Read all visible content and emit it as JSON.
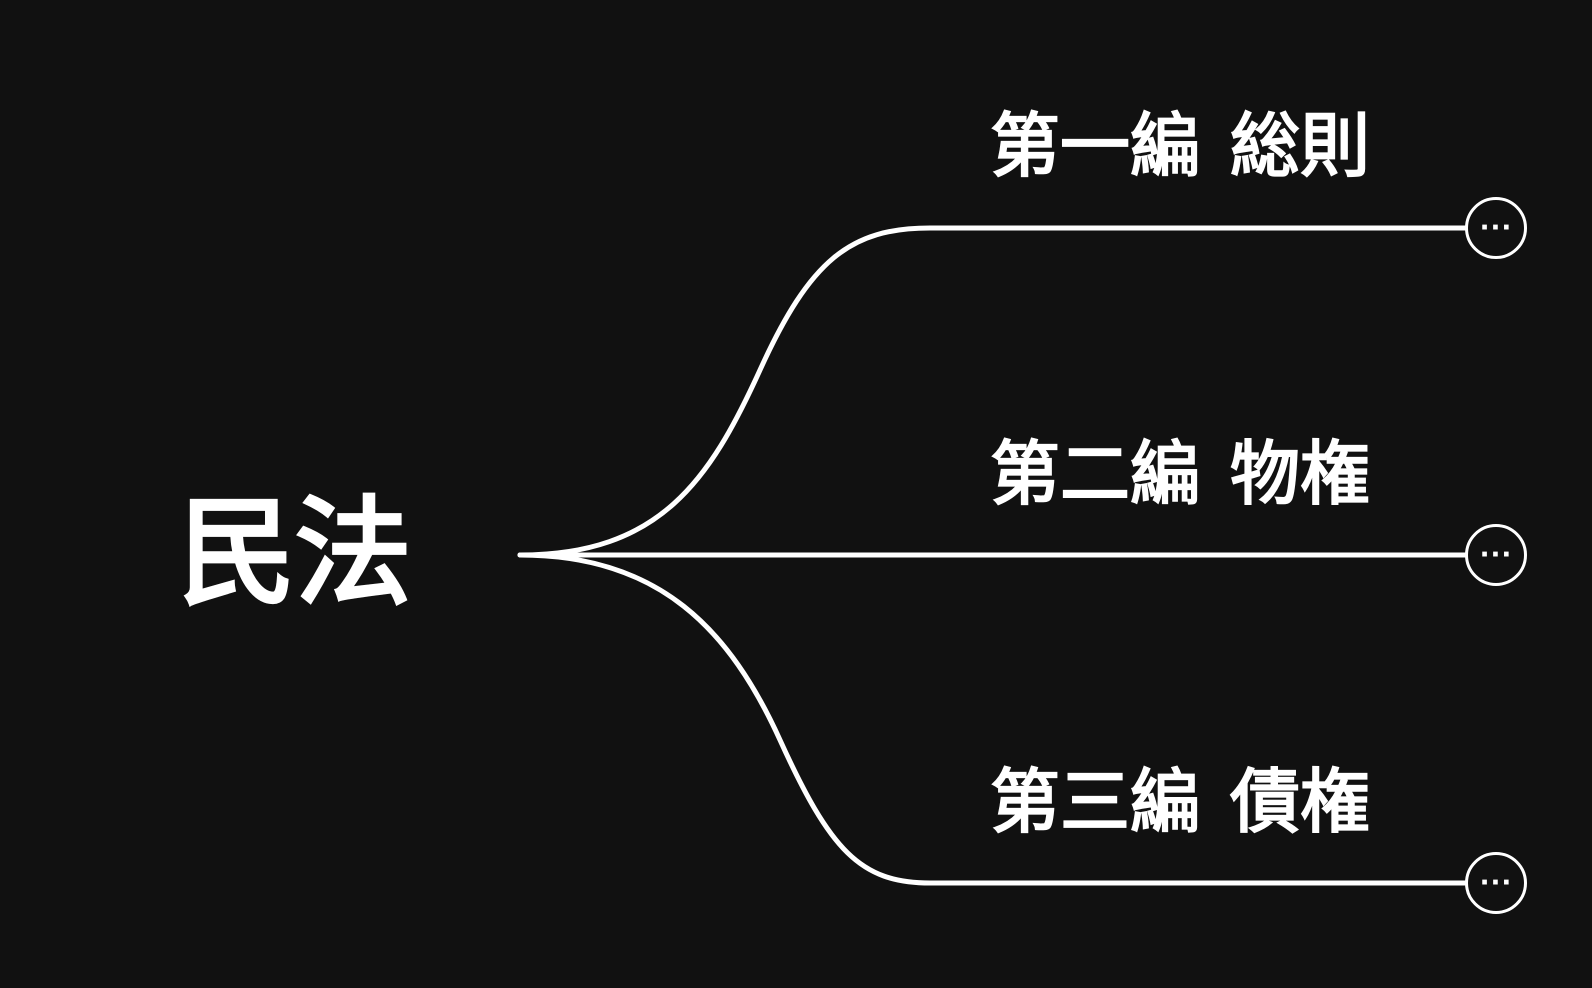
{
  "root": {
    "label": "民法"
  },
  "branches": [
    {
      "label_part1": "第一編",
      "label_part2": "総則",
      "collapse_glyph": "···"
    },
    {
      "label_part1": "第二編",
      "label_part2": "物権",
      "collapse_glyph": "···"
    },
    {
      "label_part1": "第三編",
      "label_part2": "債権",
      "collapse_glyph": "···"
    }
  ],
  "colors": {
    "background": "#111111",
    "line": "#ffffff",
    "text": "#ffffff"
  }
}
